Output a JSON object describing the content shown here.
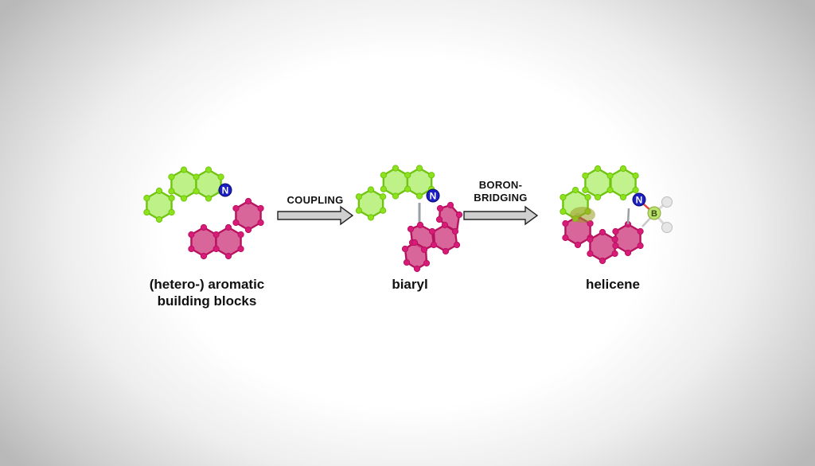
{
  "palette": {
    "background_center": "#ffffff",
    "background_edge": "#b9b9b9",
    "green_fill": "#b7f07a",
    "green_atom": "#8ee21c",
    "green_bond": "#6fc40f",
    "pink_fill": "#d5558f",
    "pink_atom": "#d81b78",
    "pink_bond": "#b8125f",
    "nitrogen": "#1b1fc4",
    "boron": "#b9e36b",
    "hydrogen": "#e6e6e6",
    "arrow_fill": "#cfcfcf",
    "arrow_stroke": "#222222"
  },
  "atoms": {
    "nitrogen_symbol": "N",
    "boron_symbol": "B"
  },
  "stages": [
    {
      "id": "building-blocks",
      "caption_lines": [
        "(hetero-) aromatic",
        "building blocks"
      ]
    },
    {
      "id": "biaryl",
      "caption_lines": [
        "biaryl"
      ]
    },
    {
      "id": "helicene",
      "caption_lines": [
        "helicene"
      ]
    }
  ],
  "steps": [
    {
      "id": "coupling",
      "label_lines": [
        "COUPLING"
      ]
    },
    {
      "id": "boron-bridging",
      "label_lines": [
        "BORON-",
        "BRIDGING"
      ]
    }
  ]
}
